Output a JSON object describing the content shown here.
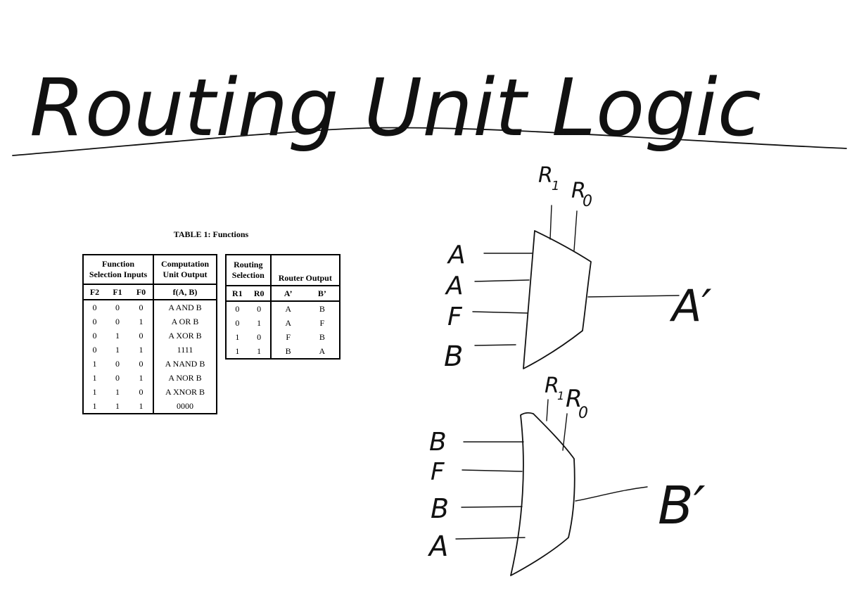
{
  "title": "Routing Unit Logic",
  "table": {
    "caption": "TABLE 1:   Functions",
    "functions": {
      "group_headers": [
        "Function Selection Inputs",
        "Computation Unit Output"
      ],
      "group_header_lines": [
        [
          "Function",
          "Selection Inputs"
        ],
        [
          "Computation",
          "Unit Output"
        ]
      ],
      "columns": [
        "F2",
        "F1",
        "F0",
        "f(A, B)"
      ],
      "rows": [
        [
          "0",
          "0",
          "0",
          "A AND B"
        ],
        [
          "0",
          "0",
          "1",
          "A OR B"
        ],
        [
          "0",
          "1",
          "0",
          "A XOR B"
        ],
        [
          "0",
          "1",
          "1",
          "1111"
        ],
        [
          "1",
          "0",
          "0",
          "A NAND B"
        ],
        [
          "1",
          "0",
          "1",
          "A NOR B"
        ],
        [
          "1",
          "1",
          "0",
          "A XNOR B"
        ],
        [
          "1",
          "1",
          "1",
          "0000"
        ]
      ]
    },
    "routing": {
      "group_header_lines": [
        [
          "Routing",
          "Selection"
        ],
        [
          "Router Output"
        ]
      ],
      "columns": [
        "R1",
        "R0",
        "A’",
        "B’"
      ],
      "rows": [
        [
          "0",
          "0",
          "A",
          "B"
        ],
        [
          "0",
          "1",
          "A",
          "F"
        ],
        [
          "1",
          "0",
          "F",
          "B"
        ],
        [
          "1",
          "1",
          "B",
          "A"
        ]
      ]
    }
  },
  "mux_top": {
    "select_labels": [
      "R",
      "1",
      "R",
      "0"
    ],
    "inputs": [
      "A",
      "A",
      "F",
      "B"
    ],
    "output": "A′"
  },
  "mux_bottom": {
    "select_labels": [
      "R",
      "1",
      "R",
      "0"
    ],
    "inputs": [
      "B",
      "F",
      "B",
      "A"
    ],
    "output": "B′"
  }
}
